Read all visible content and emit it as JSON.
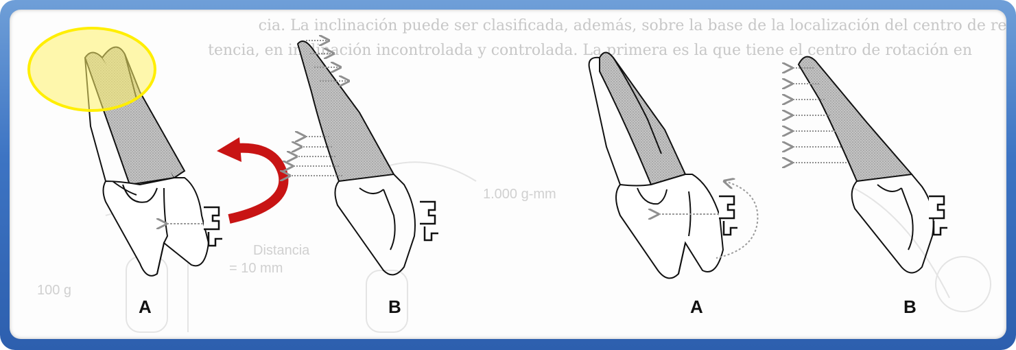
{
  "background_text": {
    "line1": "cia. La inclinación puede ser clasificada, además, sobre la base de la localización del centro de resis",
    "line2": "tencia, en inclinación incontrolada y controlada. La primera es la que tiene el centro de rotación en"
  },
  "ghost_labels": {
    "moment": "1.000 g-mm",
    "distance": "Distancia",
    "distance_value": "= 10 mm",
    "force": "100 g"
  },
  "figure_labels": [
    "A",
    "B",
    "A",
    "B"
  ],
  "colors": {
    "frame_blue": "#3d74c3",
    "highlight_yellow": "#fff36a",
    "arrow_red": "#c81414",
    "shade_gray": "#bdbdbd"
  },
  "icons": [
    "bracket-icon",
    "curved-arrow-icon"
  ]
}
